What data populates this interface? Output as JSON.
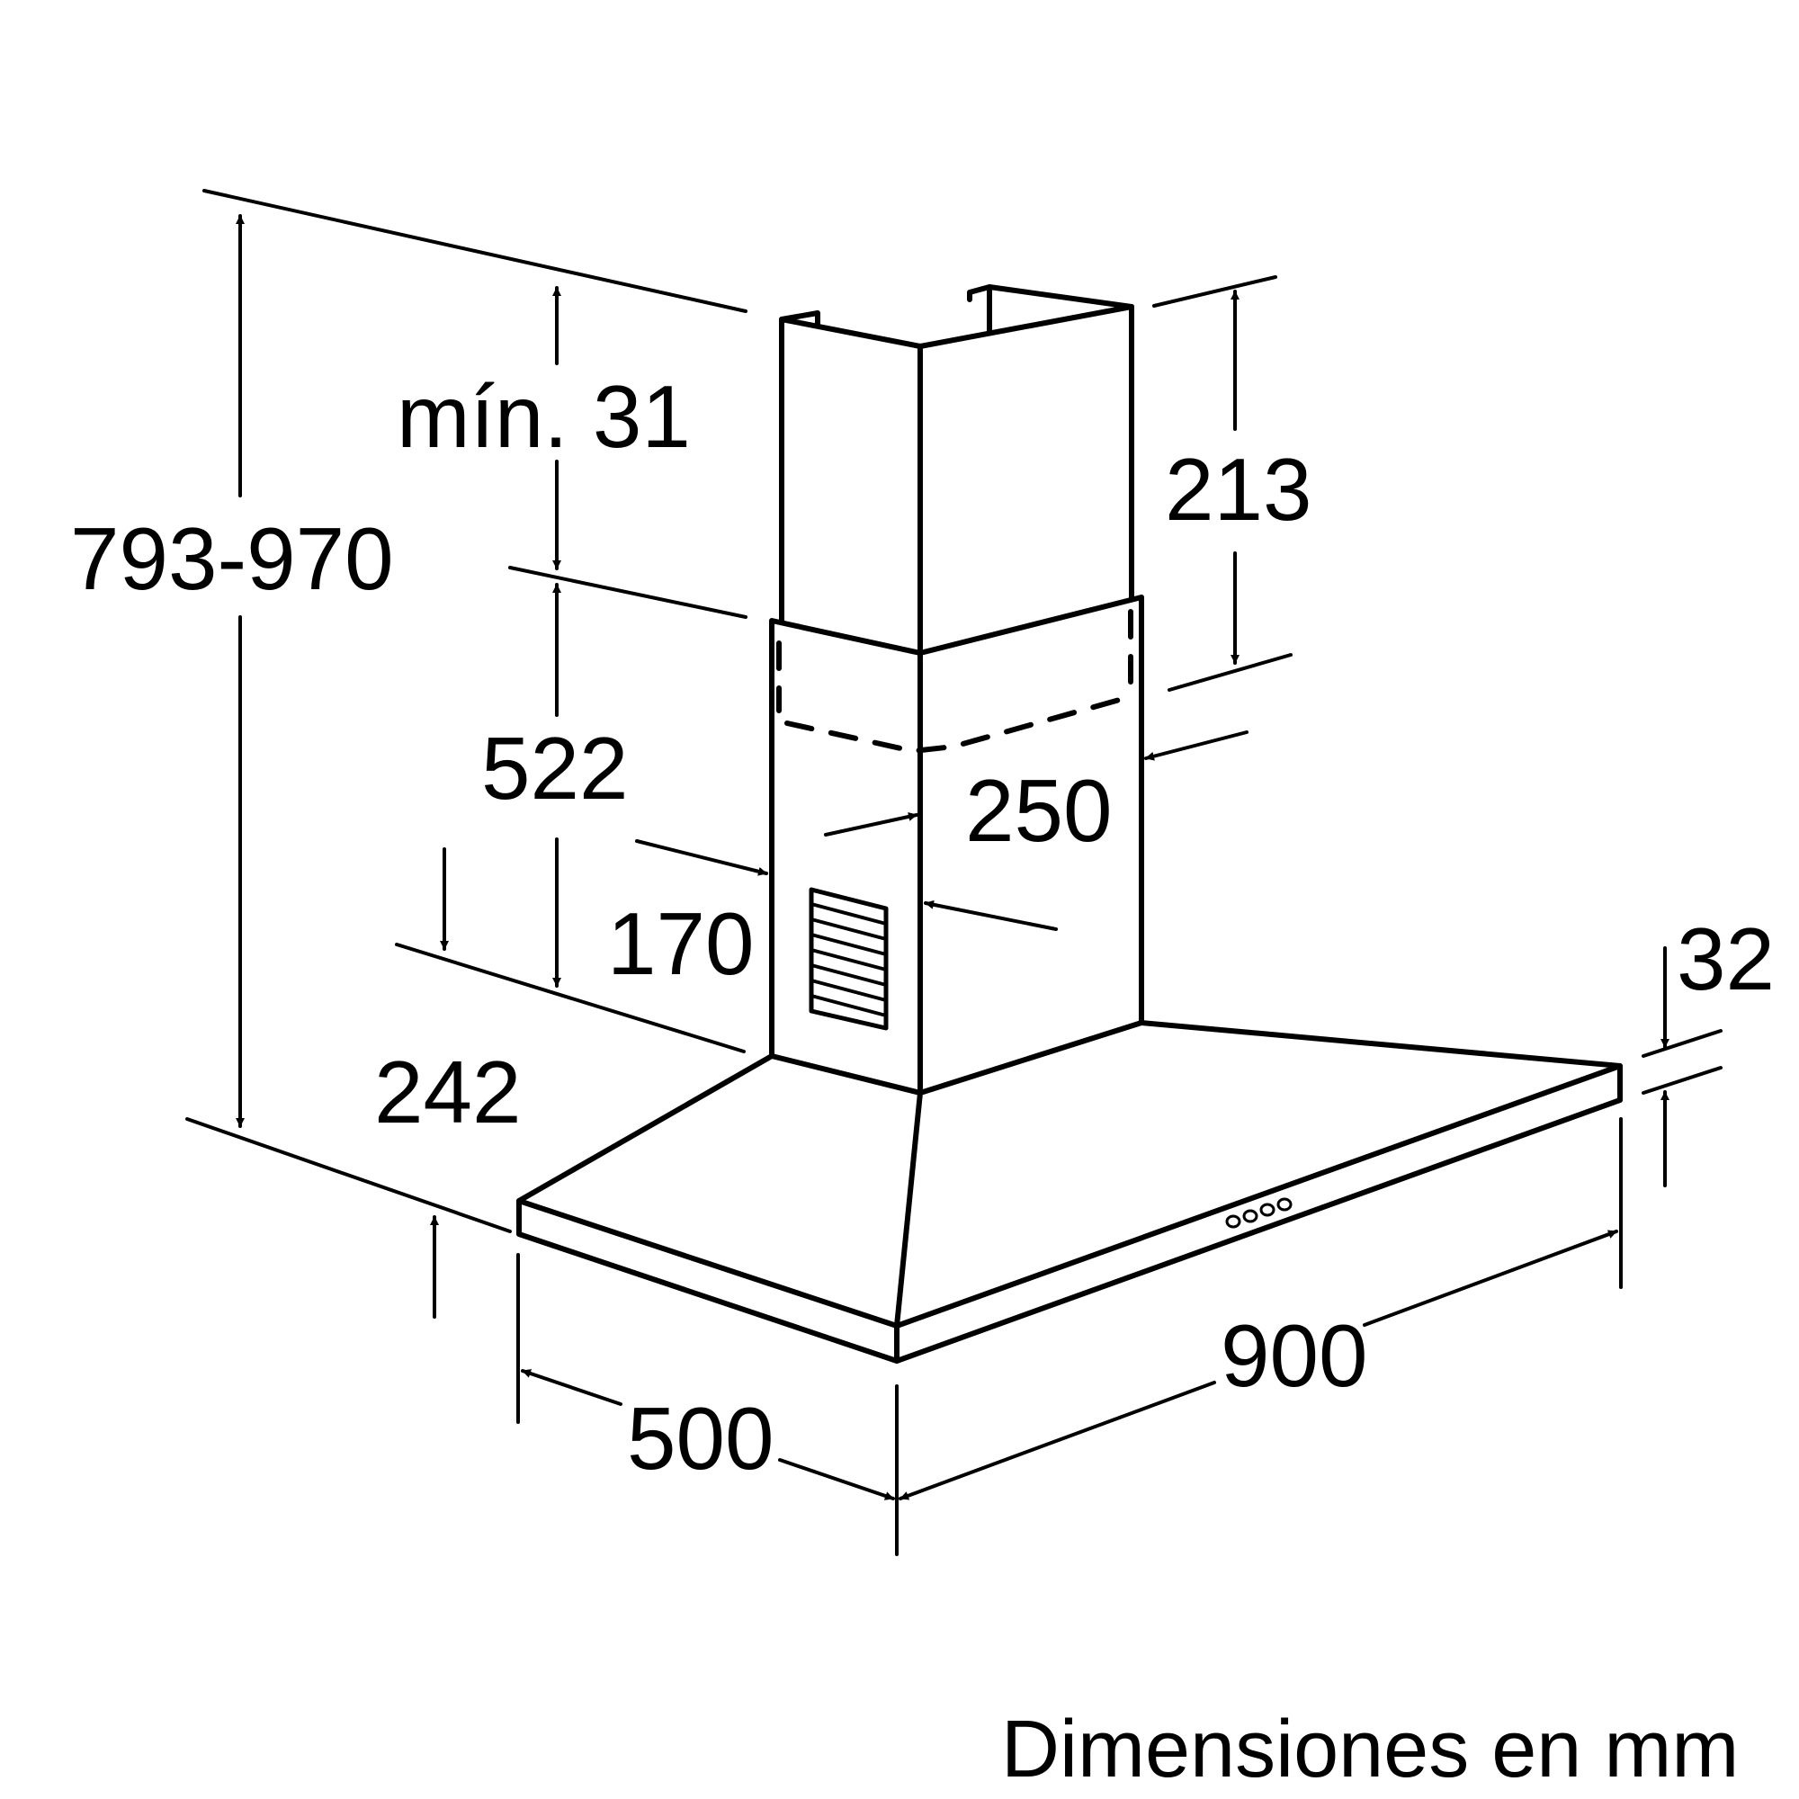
{
  "diagram": {
    "subject": "Wall-mounted chimney cooker hood",
    "caption": "Dimensiones en mm",
    "dimensions": {
      "total_height": "793-970",
      "min_gap": "mín. 31",
      "lower_chimney": "522",
      "upper_chimney_overlap": "213",
      "chimney_width": "250",
      "chimney_depth": "170",
      "canopy_height": "242",
      "hood_thickness": "32",
      "hood_width": "900",
      "hood_depth": "500"
    },
    "colors": {
      "line": "#000000",
      "background": "#ffffff"
    }
  }
}
